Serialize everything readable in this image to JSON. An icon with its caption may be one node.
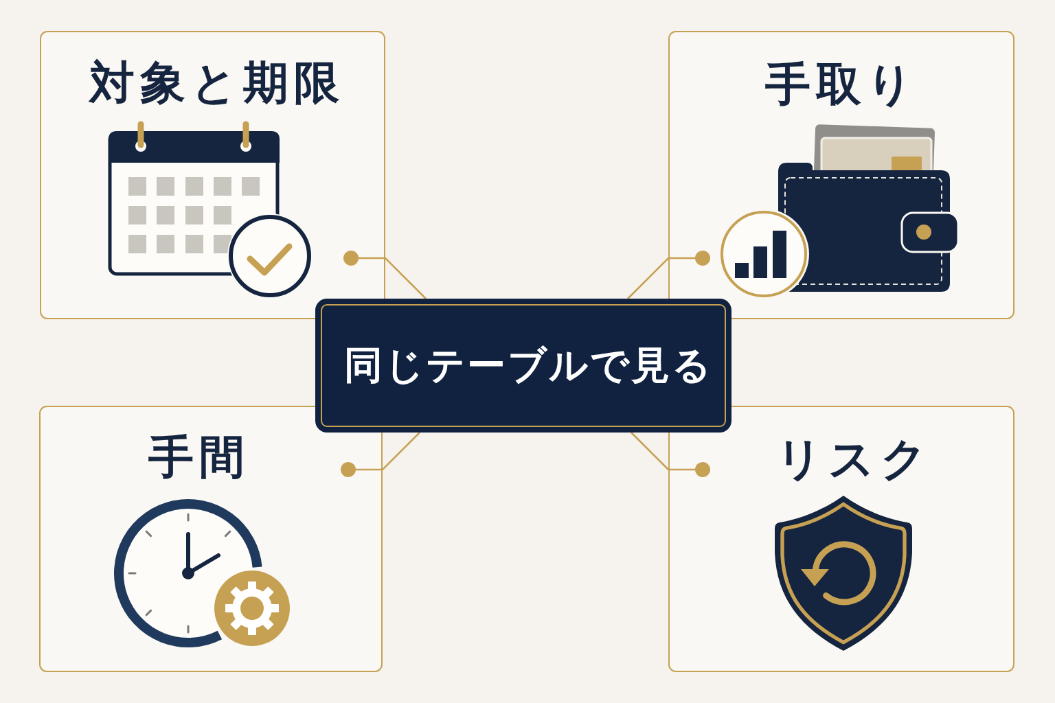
{
  "diagram": {
    "nodes": [
      {
        "text": [
          "対象と期限"
        ]
      },
      {
        "text": [
          "手取り"
        ]
      },
      {
        "text": [
          "同じテーブルで見る"
        ]
      },
      {
        "text": [
          "手間"
        ]
      },
      {
        "text": [
          "リスク"
        ]
      }
    ],
    "edges": [
      {
        "from": 2,
        "to": 0,
        "arrow": "other"
      },
      {
        "from": 2,
        "to": 1,
        "arrow": "other"
      },
      {
        "from": 2,
        "to": 3,
        "arrow": "other"
      },
      {
        "from": 2,
        "to": 4,
        "arrow": "other"
      }
    ]
  }
}
